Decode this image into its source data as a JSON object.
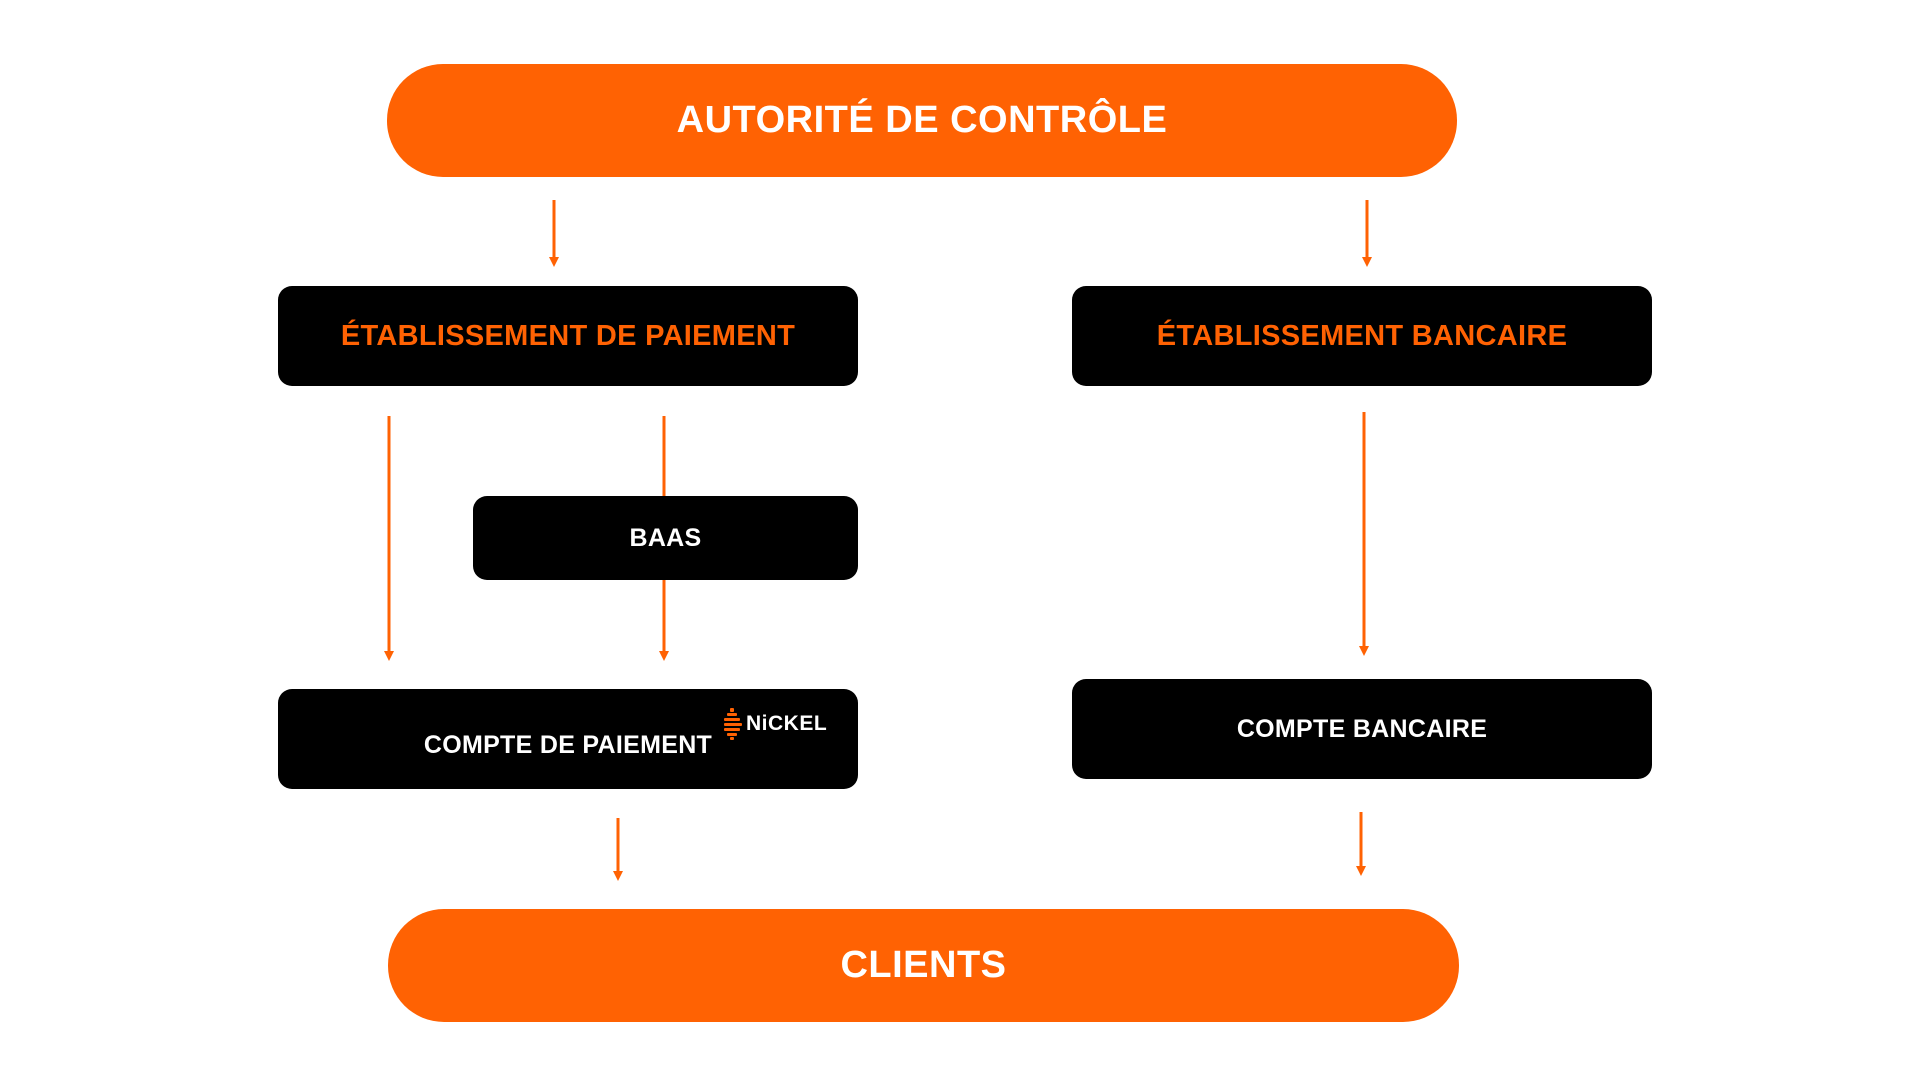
{
  "diagram": {
    "top_node": "AUTORITÉ DE CONTRÔLE",
    "payment_institution": "ÉTABLISSEMENT DE PAIEMENT",
    "bank_institution": "ÉTABLISSEMENT BANCAIRE",
    "baas": "BAAS",
    "payment_account": "COMPTE DE PAIEMENT",
    "bank_account": "COMPTE BANCAIRE",
    "bottom_node": "CLIENTS",
    "logo_text": "NiCKEL",
    "logo_icon": "nickel-logo-icon"
  },
  "colors": {
    "accent": "#ff6203",
    "box": "#000000",
    "text_light": "#ffffff"
  }
}
